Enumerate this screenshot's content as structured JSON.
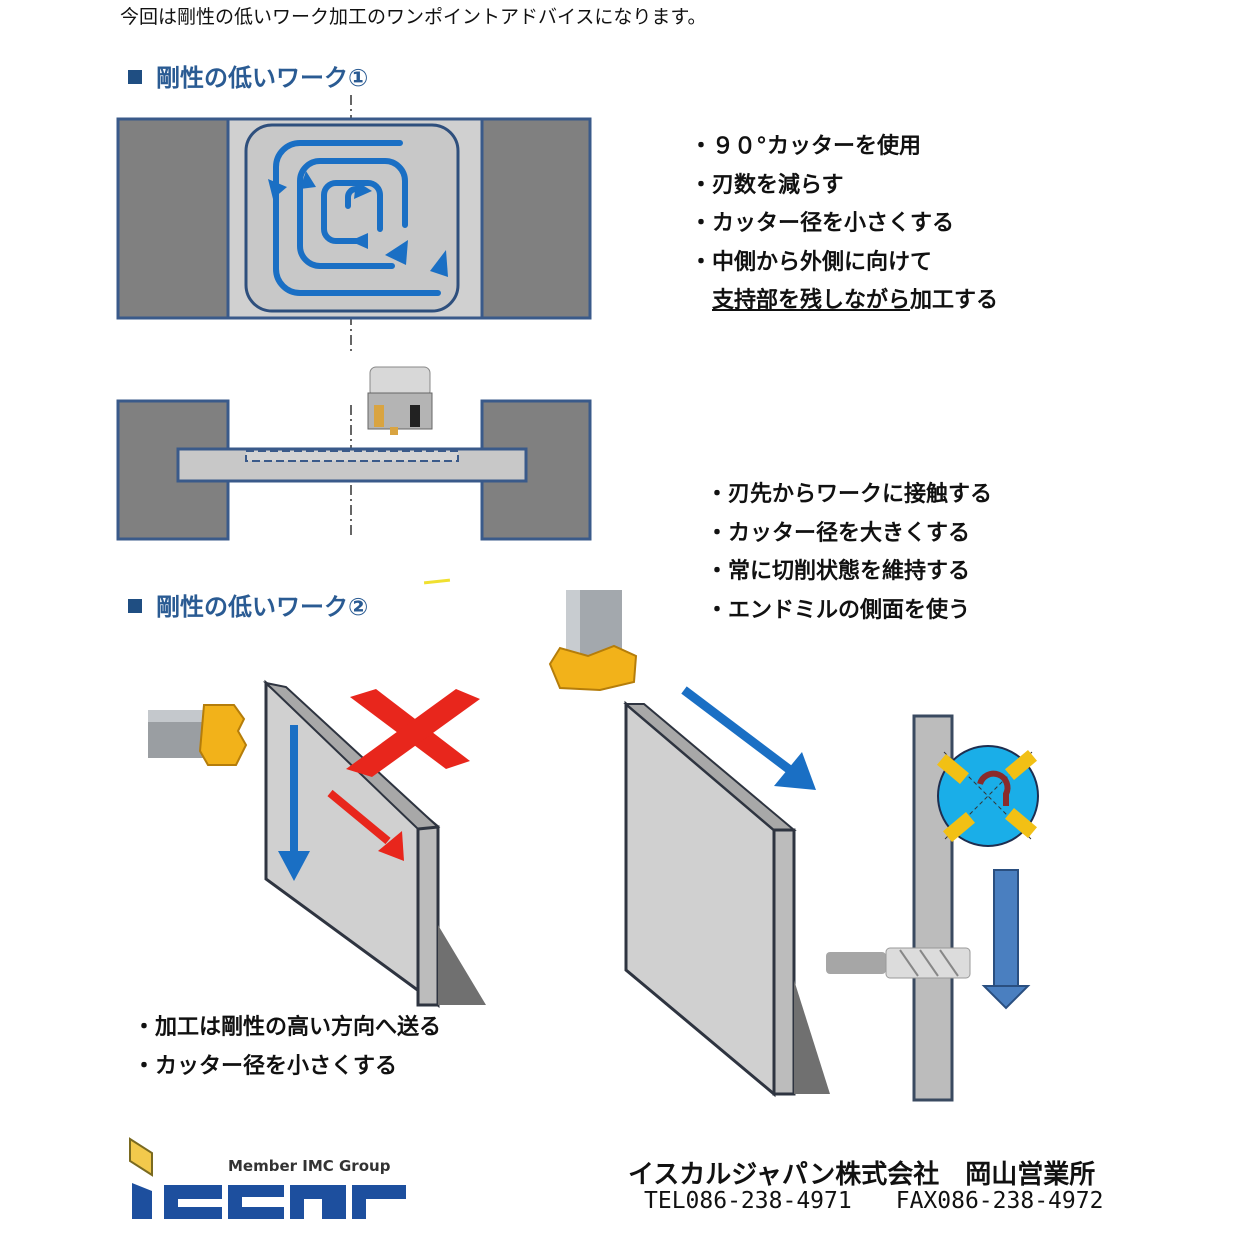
{
  "intro": "今回は剛性の低いワーク加工のワンポイントアドバイスになります。",
  "section1": {
    "heading": "剛性の低いワーク①",
    "bullets": [
      "・９０°カッターを使用",
      "・刃数を減らす",
      "・カッター径を小さくする",
      "・中側から外側に向けて"
    ],
    "bullet_cont_underlined": "支持部を残しながら",
    "bullet_cont_rest": "加工する",
    "bullets_b": [
      "・刃先からワークに接触する",
      "・カッター径を大きくする",
      "・常に切削状態を維持する",
      "・エンドミルの側面を使う"
    ]
  },
  "section2": {
    "heading": "剛性の低いワーク②",
    "bullets": [
      "・加工は剛性の高い方向へ送る",
      "・カッター径を小さくする"
    ]
  },
  "footer": {
    "logo_tagline": "Member IMC Group",
    "company": "イスカルジャパン株式会社　岡山営業所",
    "tel": "TEL086-238-4971",
    "fax": "FAX086-238-4972"
  },
  "colors": {
    "accent_blue": "#1a6fc4",
    "heading_blue": "#2a5b93",
    "support_gray": "#808080",
    "wrong_red": "#e8261c",
    "insert_gold": "#f2b21a"
  }
}
